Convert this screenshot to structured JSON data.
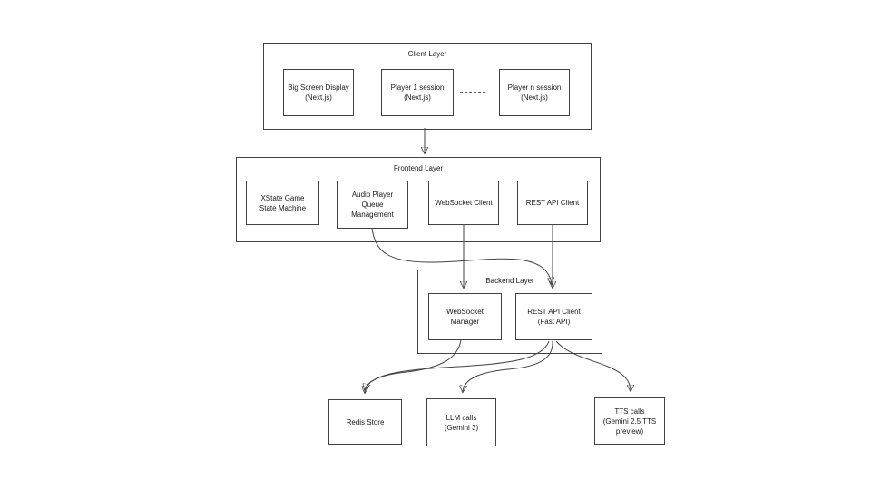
{
  "diagram": {
    "containers": {
      "client": "Client Layer",
      "frontend": "Frontend Layer",
      "backend": "Backend Layer"
    },
    "nodes": {
      "big_screen": "Big Screen Display\n(Next.js)",
      "player1": "Player 1 session\n(Next.js)",
      "playerN": "Player n session\n(Next.js)",
      "xstate": "XState Game\nState Machine",
      "audio": "Audio Player\nQueue\nManagement",
      "ws_client": "WebSocket Client",
      "rest_client": "REST API Client",
      "ws_manager": "WebSocket\nManager",
      "rest_fastapi": "REST API Client\n(Fast API)",
      "redis": "Redis Store",
      "llm": "LLM calls\n(Gemini 3)",
      "tts": "TTS calls\n(Gemini 2.5 TTS\npreview)"
    },
    "edges": [
      {
        "from": "Client Layer",
        "to": "Frontend Layer"
      },
      {
        "from": "WebSocket Client",
        "to": "WebSocket Manager"
      },
      {
        "from": "REST API Client",
        "to": "REST API Client (Fast API)"
      },
      {
        "from": "Audio Player Queue Management",
        "to": "REST API Client (Fast API)"
      },
      {
        "from": "WebSocket Manager",
        "to": "Redis Store"
      },
      {
        "from": "REST API Client (Fast API)",
        "to": "Redis Store"
      },
      {
        "from": "REST API Client (Fast API)",
        "to": "LLM calls (Gemini 3)"
      },
      {
        "from": "REST API Client (Fast API)",
        "to": "TTS calls (Gemini 2.5 TTS preview)"
      }
    ],
    "colors": {
      "stroke": "#424242",
      "text": "#1a1a1a",
      "background": "#ffffff"
    }
  }
}
